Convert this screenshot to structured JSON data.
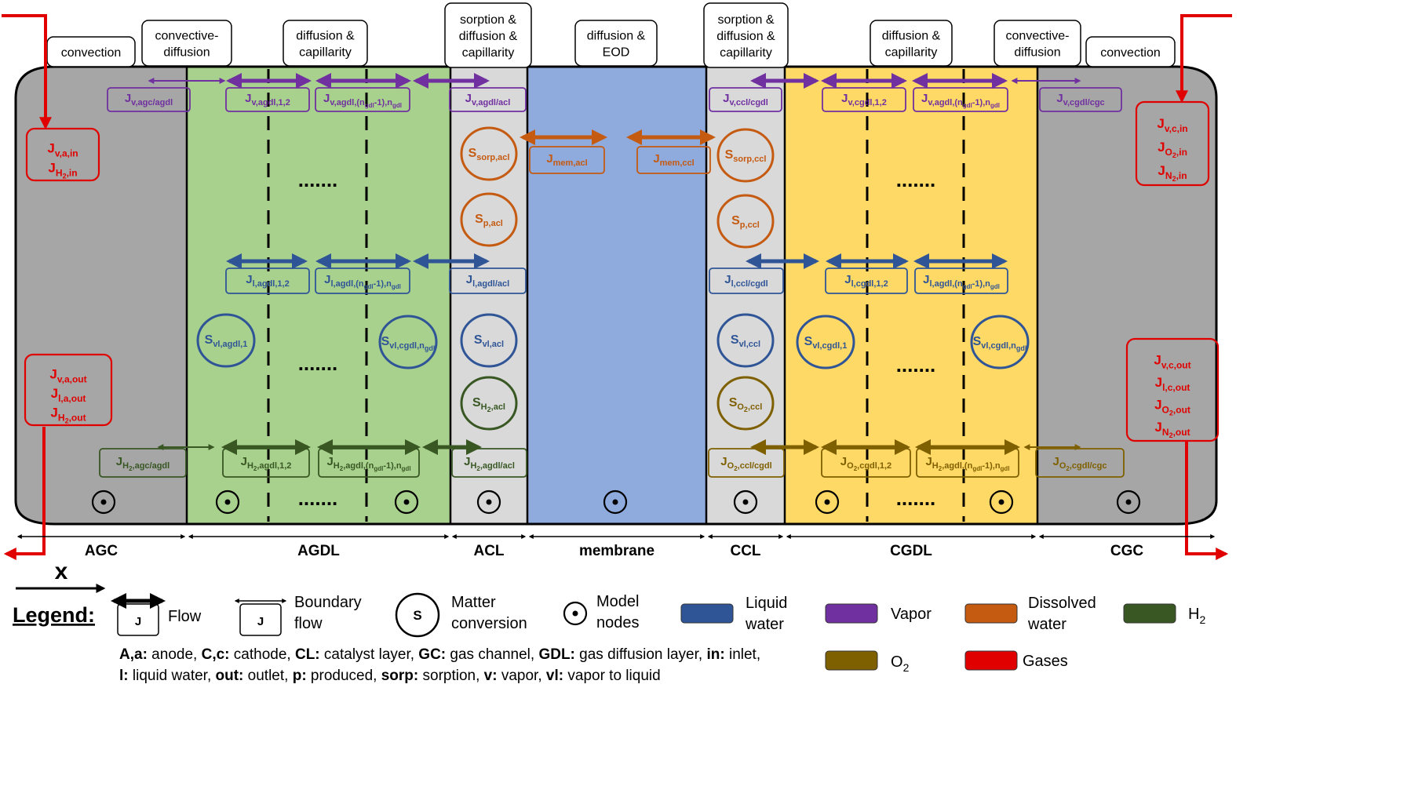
{
  "colors": {
    "gc": "#a6a6a6",
    "gdl_anode": "#a9d18e",
    "cl": "#d9d9d9",
    "membrane": "#8faadc",
    "gdl_cathode": "#ffd966",
    "vapor": "#7030a0",
    "liquid": "#2f5597",
    "dissolved": "#c55a11",
    "h2": "#385723",
    "o2": "#7f6000",
    "gas": "#e00000"
  },
  "regions": [
    "AGC",
    "AGDL",
    "ACL",
    "membrane",
    "CCL",
    "CGDL",
    "CGC"
  ],
  "transport_labels": [
    "convection",
    "convective-\ndiffusion",
    "diffusion &\ncapillarity",
    "sorption &\ndiffusion &\ncapillarity",
    "diffusion &\nEOD",
    "sorption &\ndiffusion &\ncapillarity",
    "diffusion &\ncapillarity",
    "convective-\ndiffusion",
    "convection"
  ],
  "ellipsis": ".......",
  "vapor_fluxes": [
    {
      "main": "J",
      "sub": "v,agc/agdl"
    },
    {
      "main": "J",
      "sub": "v,agdl,1,2"
    },
    {
      "main": "J",
      "sub": "v,agdl,(n",
      "sub2": "gdl",
      "sub3": "-1),n",
      "sub4": "gdl"
    },
    {
      "main": "J",
      "sub": "v,agdl/acl"
    },
    {
      "main": "J",
      "sub": "v,ccl/cgdl"
    },
    {
      "main": "J",
      "sub": "v,cgdl,1,2"
    },
    {
      "main": "J",
      "sub": "v,agdl,(n",
      "sub2": "gdl",
      "sub3": "-1),n",
      "sub4": "gdl"
    },
    {
      "main": "J",
      "sub": "v,cgdl/cgc"
    }
  ],
  "liquid_fluxes": [
    {
      "main": "J",
      "sub": "l,agdl,1,2"
    },
    {
      "main": "J",
      "sub": "l,agdl,(n",
      "sub2": "gdl",
      "sub3": "-1),n",
      "sub4": "gdl"
    },
    {
      "main": "J",
      "sub": "l,agdl/acl"
    },
    {
      "main": "J",
      "sub": "l,ccl/cgdl"
    },
    {
      "main": "J",
      "sub": "l,cgdl,1,2"
    },
    {
      "main": "J",
      "sub": "l,agdl,(n",
      "sub2": "gdl",
      "sub3": "-1),n",
      "sub4": "gdl"
    }
  ],
  "gas_fluxes": [
    {
      "main": "J",
      "sub": "H",
      "sub2": "2",
      "sub3": ",agc/agdl"
    },
    {
      "main": "J",
      "sub": "H",
      "sub2": "2",
      "sub3": ",agdl,1,2"
    },
    {
      "main": "J",
      "sub": "H",
      "sub2": "2",
      "sub3": ",agdl,(n",
      "sub4": "gdl",
      "sub5": "-1),n",
      "sub6": "gdl"
    },
    {
      "main": "J",
      "sub": "H",
      "sub2": "2",
      "sub3": ",agdl/acl"
    },
    {
      "main": "J",
      "sub": "O",
      "sub2": "2",
      "sub3": ",ccl/cgdl"
    },
    {
      "main": "J",
      "sub": "O",
      "sub2": "2",
      "sub3": ",cgdl,1,2"
    },
    {
      "main": "J",
      "sub": "H",
      "sub2": "2",
      "sub3": ",agdl,(n",
      "sub4": "gdl",
      "sub5": "-1),n",
      "sub6": "gdl"
    },
    {
      "main": "J",
      "sub": "O",
      "sub2": "2",
      "sub3": ",cgdl/cgc"
    }
  ],
  "mem_fluxes": [
    {
      "main": "J",
      "sub": "mem,acl"
    },
    {
      "main": "J",
      "sub": "mem,ccl"
    }
  ],
  "sources": {
    "sorp_acl": {
      "main": "S",
      "sub": "sorp,acl"
    },
    "p_acl": {
      "main": "S",
      "sub": "p,acl"
    },
    "vl_acl": {
      "main": "S",
      "sub": "vl,acl"
    },
    "h2_acl": {
      "main": "S",
      "sub": "H",
      "sub2": "2",
      "sub3": ",acl"
    },
    "sorp_ccl": {
      "main": "S",
      "sub": "sorp,ccl"
    },
    "p_ccl": {
      "main": "S",
      "sub": "p,ccl"
    },
    "vl_ccl": {
      "main": "S",
      "sub": "vl,ccl"
    },
    "o2_ccl": {
      "main": "S",
      "sub": "O",
      "sub2": "2",
      "sub3": ",ccl"
    },
    "vl_agdl1": {
      "main": "S",
      "sub": "vl,agdl,1"
    },
    "vl_agdln": {
      "main": "S",
      "sub": "vl,cgdl,n",
      "sub2": "gdl"
    },
    "vl_cgdl1": {
      "main": "S",
      "sub": "vl,cgdl,1"
    },
    "vl_cgdln": {
      "main": "S",
      "sub": "vl,cgdl,n",
      "sub2": "gdl"
    }
  },
  "boundary": {
    "anode_in": [
      {
        "main": "J",
        "sub": "v,a,in"
      },
      {
        "main": "J",
        "sub": "H",
        "sub2": "2",
        "sub3": ",in"
      }
    ],
    "anode_out": [
      {
        "main": "J",
        "sub": "v,a,out"
      },
      {
        "main": "J",
        "sub": "l,a,out"
      },
      {
        "main": "J",
        "sub": "H",
        "sub2": "2",
        "sub3": ",out"
      }
    ],
    "cathode_in": [
      {
        "main": "J",
        "sub": "v,c,in"
      },
      {
        "main": "J",
        "sub": "O",
        "sub2": "2",
        "sub3": ",in"
      },
      {
        "main": "J",
        "sub": "N",
        "sub2": "2",
        "sub3": ",in"
      }
    ],
    "cathode_out": [
      {
        "main": "J",
        "sub": "v,c,out"
      },
      {
        "main": "J",
        "sub": "l,c,out"
      },
      {
        "main": "J",
        "sub": "O",
        "sub2": "2",
        "sub3": ",out"
      },
      {
        "main": "J",
        "sub": "N",
        "sub2": "2",
        "sub3": ",out"
      }
    ]
  },
  "axis_label": "x",
  "legend": {
    "title": "Legend:",
    "flow": "Flow",
    "boundary_flow": "Boundary\nflow",
    "matter_conversion": "Matter\nconversion",
    "model_nodes": "Model\nnodes",
    "liquid_water": "Liquid\nwater",
    "vapor": "Vapor",
    "dissolved_water": "Dissolved\nwater",
    "h2_main": "H",
    "h2_sub": "2",
    "o2_main": "O",
    "o2_sub": "2",
    "gases": "Gases",
    "j_symbol": "J",
    "s_symbol": "S",
    "abbrev_1": "A,a: anode,  C,c: cathode, CL: catalyst layer, GC: gas channel, GDL: gas diffusion layer,  in: inlet,",
    "abbrev_2": "l: liquid water,  out: outlet,  p: produced,  sorp: sorption,  v: vapor,  vl: vapor to liquid"
  }
}
